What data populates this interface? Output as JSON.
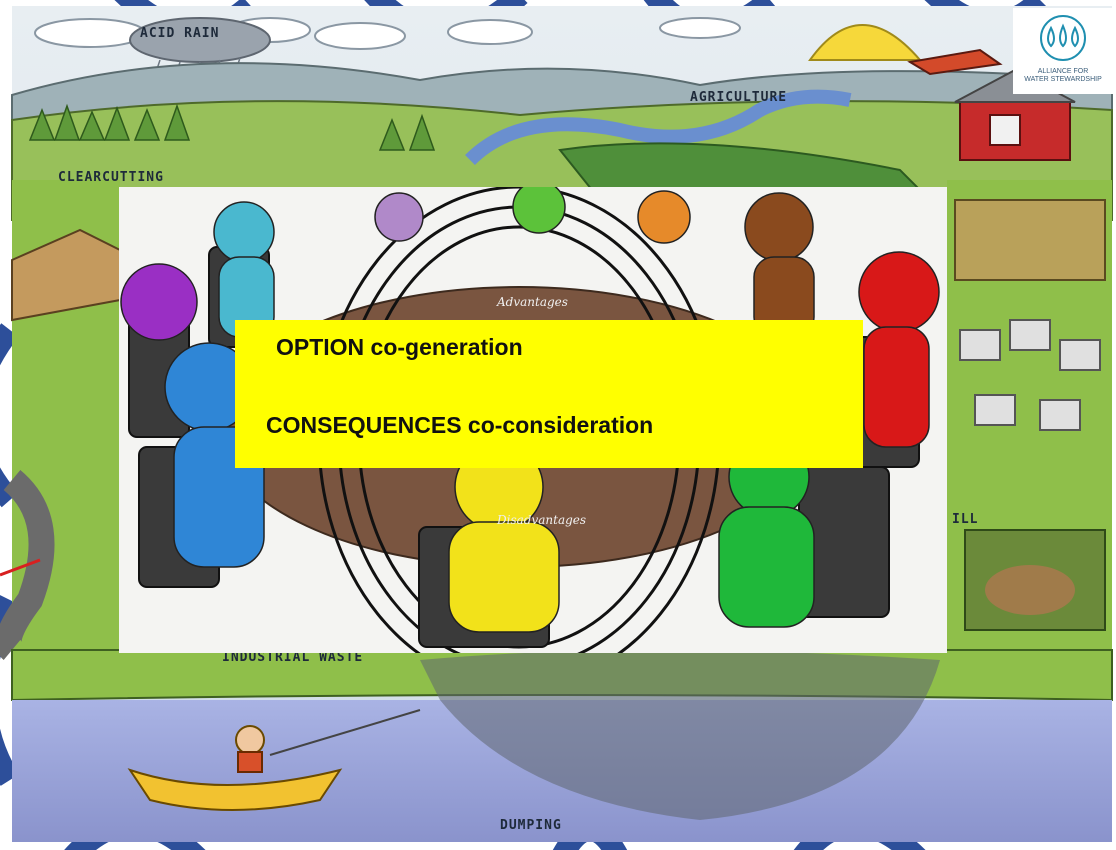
{
  "scene_labels": {
    "acid_rain": "ACID RAIN",
    "agriculture": "AGRICULTURE",
    "clearcutting": "CLEARCUTTING",
    "industrial_waste": "INDUSTRIAL WASTE",
    "dumping": "DUMPING",
    "landfill_partial": "ILL"
  },
  "logo": {
    "line1": "ALLIANCE FOR",
    "line2": "WATER STEWARDSHIP"
  },
  "table_text": {
    "top": "Advantages",
    "bottom": "Disadvantages"
  },
  "callout": {
    "line1": "OPTION co-generation",
    "line2": "CONSEQUENCES co-consideration"
  },
  "colors": {
    "callout_bg": "#ffff00",
    "ring_blue": "#2d4f9a",
    "water": "#9aa6d8",
    "grass": "#8fbf4a"
  }
}
